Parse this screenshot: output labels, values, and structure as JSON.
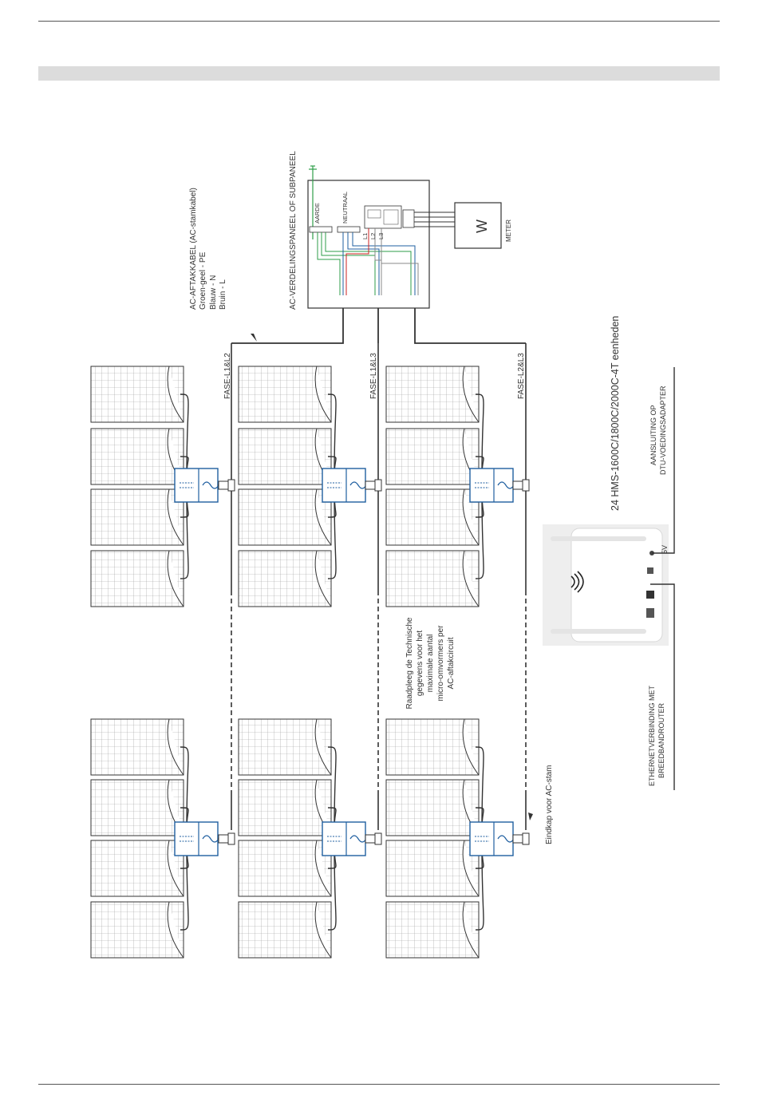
{
  "header": {
    "section_title": ""
  },
  "labels": {
    "ac_cable_title": "AC-AFTAKKABEL (AC-stamkabel)",
    "ac_cable_pe": "Groen-geel - PE",
    "ac_cable_n": "Blauw - N",
    "ac_cable_l": "Bruin - L",
    "panel_title": "AC-VERDELINGSPANEEL OF SUBPANEEL",
    "earth": "AARDE",
    "neutral": "NEUTRAAL",
    "l1": "L1",
    "l2": "L2",
    "l3": "L3",
    "meter_symbol": "W",
    "meter": "METER",
    "phase_1": "FASE-L1&L2",
    "phase_2": "FASE-L1&L3",
    "phase_3": "FASE-L2&L3",
    "units_title": "24 HMS-1600C/1800C/2000C-4T eenheden",
    "dtu_power_1": "AANSLUITING OP",
    "dtu_power_2": "DTU-VOEDINGSADAPTER",
    "voltage": "5V",
    "ethernet_1": "ETHERNETVERBINDING MET",
    "ethernet_2": "BREEDBANDROUTER",
    "consult_1": "Raadpleeg de Technische",
    "consult_2": "gegevens voor het",
    "consult_3": "maximale aantal",
    "consult_4": "micro-omvormers per",
    "consult_5": "AC-aftakcircuit",
    "end_cap": "Eindkap voor AC-stam"
  },
  "colors": {
    "line": "#333333",
    "inverter_blue": "#1f5fa0",
    "wire_green": "#2e9e4a",
    "wire_red": "#cc2222",
    "wire_grey": "#888888",
    "band_grey": "#dcdcdc"
  }
}
